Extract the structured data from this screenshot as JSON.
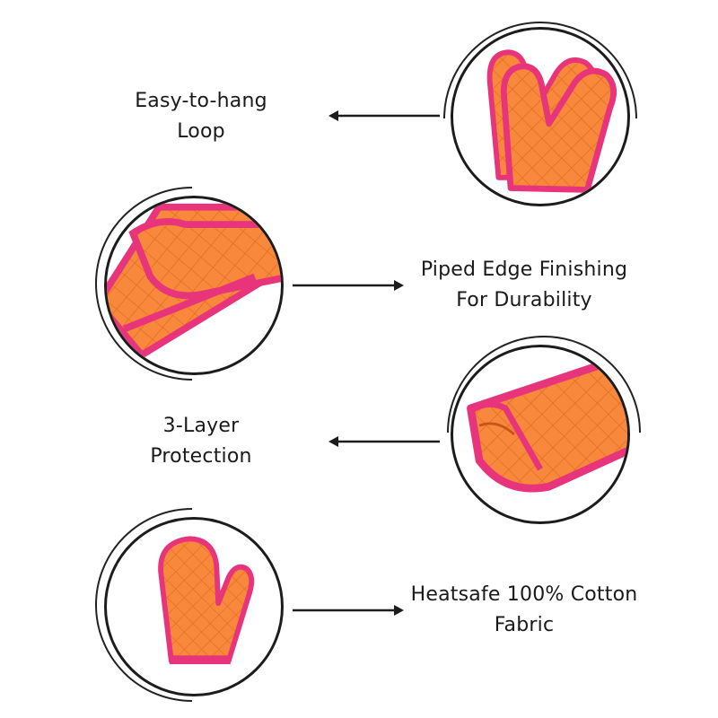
{
  "features": [
    {
      "line1": "Easy-to-hang",
      "line2": "Loop",
      "illustration": "oven-mitt-pair-icon",
      "arrow": "left"
    },
    {
      "line1": "Piped Edge Finishing",
      "line2": "For Durability",
      "illustration": "piped-edge-closeup-icon",
      "arrow": "right"
    },
    {
      "line1": "3-Layer",
      "line2": "Protection",
      "illustration": "mitt-cuff-closeup-icon",
      "arrow": "left"
    },
    {
      "line1": "Heatsafe 100% Cotton",
      "line2": "Fabric",
      "illustration": "single-oven-mitt-icon",
      "arrow": "right"
    }
  ],
  "colors": {
    "fabric": "#f7883c",
    "fabric_shade": "#e86c22",
    "piping": "#e8347a",
    "line": "#1c1c1c",
    "text": "#1a1a1a"
  }
}
